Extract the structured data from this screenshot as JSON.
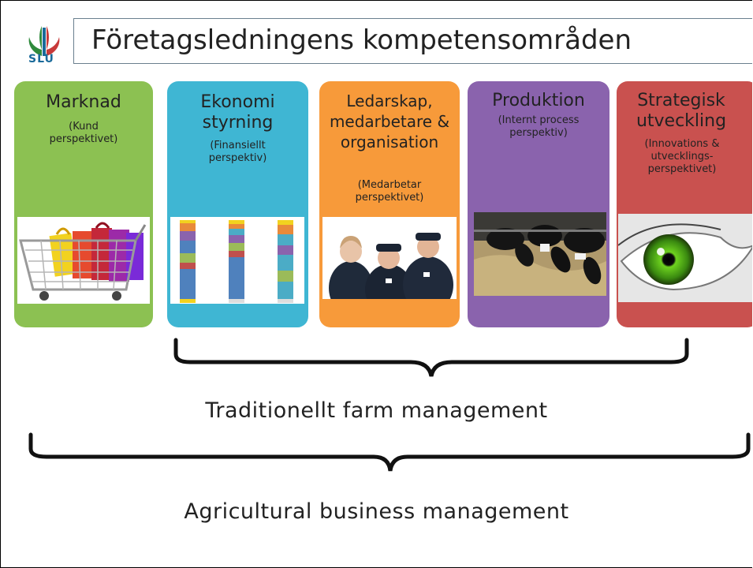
{
  "logo": {
    "text": "SLU",
    "name": "slu-logo"
  },
  "title": "Företagsledningens kompetensområden",
  "cards": [
    {
      "title": "Marknad",
      "subtitle": "(Kund perspektivet)",
      "color": "#8cc152",
      "image": "shopping-cart-image"
    },
    {
      "title": "Ekonomi styrning",
      "subtitle": "(Finansiellt perspektiv)",
      "color": "#3fb6d3",
      "image": "financial-bar-chart-image"
    },
    {
      "title": "Ledarskap, medarbetare & organisation",
      "subtitle": "(Medarbetar perspektivet)",
      "color": "#f79a3a",
      "image": "farm-workers-photo"
    },
    {
      "title": "Produktion",
      "subtitle": "(Internt process perspektiv)",
      "color": "#8a63ad",
      "image": "cows-feeding-photo"
    },
    {
      "title": "Strategisk utveckling",
      "subtitle": "(Innovations & utvecklings-perspektivet)",
      "color": "#c9514f",
      "image": "green-eye-photo"
    }
  ],
  "brace_upper_label": "Traditionellt farm management",
  "brace_lower_label": "Agricultural business management"
}
